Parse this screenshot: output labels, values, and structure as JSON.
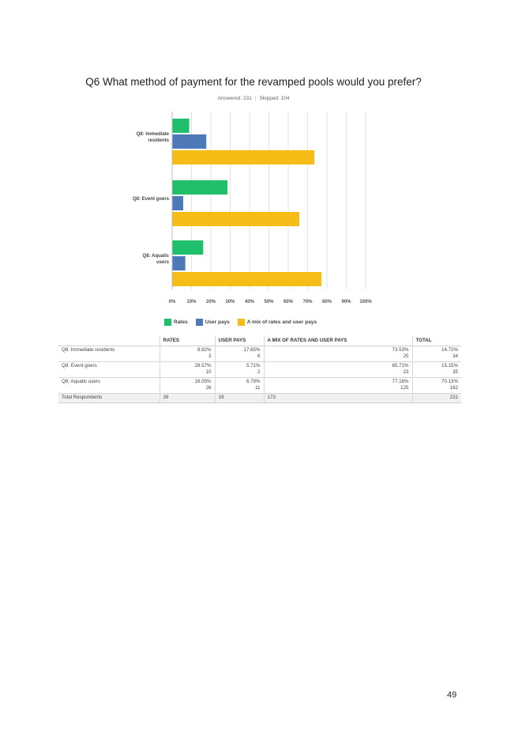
{
  "page": {
    "title": "Q6 What method of payment for the revamped pools would you prefer?",
    "answered": "Answered: 231",
    "skipped": "Skipped: 104",
    "page_number": "49"
  },
  "chart_data": {
    "type": "bar",
    "orientation": "horizontal",
    "categories": [
      "Q8: Immediate residents",
      "Q8: Event goers",
      "Q8: Aquatic users"
    ],
    "category_lines": [
      [
        "Q8: Immediate",
        "residents"
      ],
      [
        "Q8: Event goers"
      ],
      [
        "Q8: Aquatic",
        "users"
      ]
    ],
    "series": [
      {
        "name": "Rates",
        "color": "#1fbf6c",
        "values": [
          8.82,
          28.57,
          16.05
        ]
      },
      {
        "name": "User pays",
        "color": "#4e79b9",
        "values": [
          17.65,
          5.71,
          6.79
        ]
      },
      {
        "name": "A mix of rates and user pays",
        "color": "#f6bd16",
        "values": [
          73.53,
          65.71,
          77.16
        ]
      }
    ],
    "xlim": [
      0,
      100
    ],
    "xticks": [
      "0%",
      "10%",
      "20%",
      "30%",
      "40%",
      "50%",
      "60%",
      "70%",
      "80%",
      "90%",
      "100%"
    ],
    "xtick_values": [
      0,
      10,
      20,
      30,
      40,
      50,
      60,
      70,
      80,
      90,
      100
    ],
    "grid": true,
    "legend": "bottom"
  },
  "table": {
    "headers": [
      "",
      "RATES",
      "USER PAYS",
      "A MIX OF RATES AND USER PAYS",
      "TOTAL"
    ],
    "rows": [
      {
        "label": "Q8: Immediate residents",
        "cells": [
          [
            "8.82%",
            "3"
          ],
          [
            "17.65%",
            "6"
          ],
          [
            "73.53%",
            "25"
          ],
          [
            "14.72%",
            "34"
          ]
        ]
      },
      {
        "label": "Q8: Event goers",
        "cells": [
          [
            "28.57%",
            "10"
          ],
          [
            "5.71%",
            "2"
          ],
          [
            "65.71%",
            "23"
          ],
          [
            "15.15%",
            "35"
          ]
        ]
      },
      {
        "label": "Q8: Aquatic users",
        "cells": [
          [
            "16.05%",
            "26"
          ],
          [
            "6.79%",
            "11"
          ],
          [
            "77.16%",
            "125"
          ],
          [
            "70.13%",
            "162"
          ]
        ]
      }
    ],
    "total_row": {
      "label": "Total Respondents",
      "cells": [
        "39",
        "19",
        "173",
        "231"
      ]
    }
  }
}
